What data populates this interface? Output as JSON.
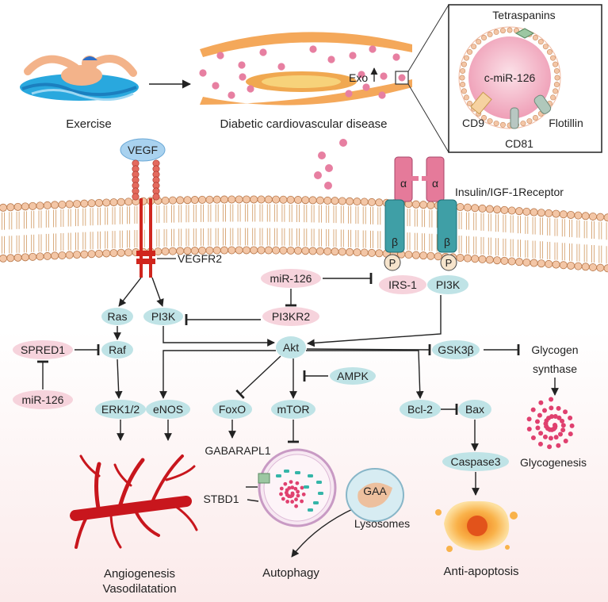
{
  "top": {
    "exercise_label": "Exercise",
    "disease_label": "Diabetic cardiovascular disease",
    "exo_label": "Exo",
    "exosome": {
      "tetraspanins": "Tetraspanins",
      "cargo": "c-miR-126",
      "cd9": "CD9",
      "flotillin": "Flotillin",
      "cd81": "CD81"
    }
  },
  "receptors": {
    "vegf": "VEGF",
    "vegfr2": "VEGFR2",
    "insulin_receptor": "Insulin/IGF-1Receptor",
    "alpha": "α",
    "beta": "β",
    "phospho": "P"
  },
  "nodes": {
    "mir126_top": "miR-126",
    "irs1": "IRS-1",
    "pi3k_right": "PI3K",
    "pi3kr2": "PI3KR2",
    "ras": "Ras",
    "pi3k_left": "PI3K",
    "spred1": "SPRED1",
    "raf": "Raf",
    "mir126_left": "miR-126",
    "akt": "Akt",
    "gsk3b": "GSK3β",
    "ampk": "AMPK",
    "erk": "ERK1/2",
    "enos": "eNOS",
    "foxo": "FoxO",
    "mtor": "mTOR",
    "bcl2": "Bcl-2",
    "bax": "Bax",
    "caspase3": "Caspase3"
  },
  "labels": {
    "glycogen_synthase_1": "Glycogen",
    "glycogen_synthase_2": "synthase",
    "glycogenesis": "Glycogenesis",
    "gabarapl1": "GABARAPL1",
    "stbd1": "STBD1",
    "gaa": "GAA",
    "lysosomes": "Lysosomes",
    "autophagy": "Autophagy",
    "anti_apoptosis": "Anti-apoptosis",
    "angiogenesis": "Angiogenesis",
    "vasodilatation": "Vasodilatation"
  },
  "colors": {
    "pink_node": "#f6d3dc",
    "teal_node": "#bfe3e6",
    "vegf_blue": "#a9d2ef",
    "membrane_head": "#f3c6a6",
    "receptor_teal": "#3f9fa6",
    "receptor_pink": "#e57a9a",
    "vessel_red": "#c8161d"
  }
}
